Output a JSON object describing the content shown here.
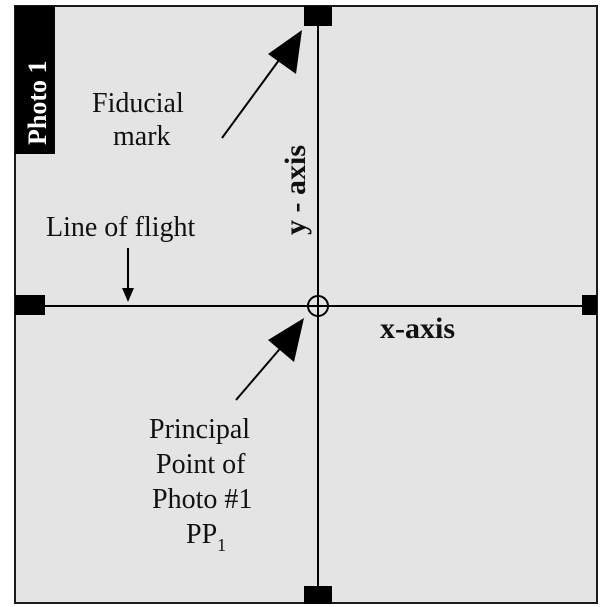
{
  "diagram": {
    "photo_label": "Photo 1",
    "fiducial_label_line1": "Fiducial",
    "fiducial_label_line2": "mark",
    "y_axis_label": "y - axis",
    "x_axis_label": "x-axis",
    "flight_label": "Line of flight",
    "pp_label_line1": "Principal",
    "pp_label_line2": "Point of",
    "pp_label_line3": "Photo #1",
    "pp_symbol": "PP",
    "pp_subscript": "1",
    "colors": {
      "photo_fill": "#e4e4e4",
      "outline": "#1a1a1a",
      "marks": "#000000",
      "tab_text": "#ffffff"
    }
  }
}
